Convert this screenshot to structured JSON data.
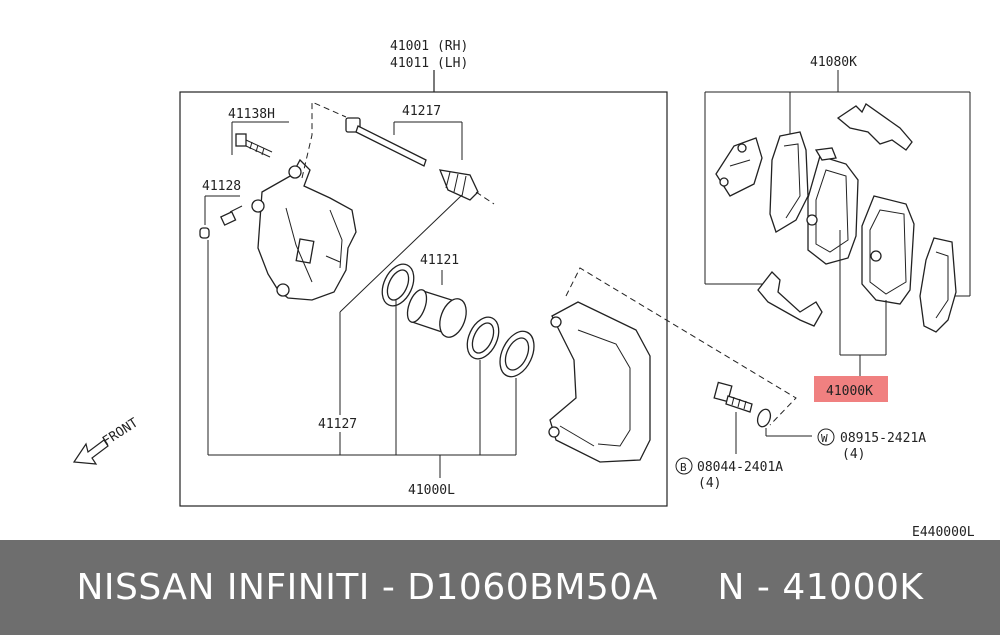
{
  "labels": {
    "caliper_rh": "41001 (RH)",
    "caliper_lh": "41011 (LH)",
    "pad_kit": "41080K",
    "bolt_41138h": "41138H",
    "pin_41217": "41217",
    "bleeder_41128": "41128",
    "piston_41121": "41121",
    "seal_41127": "41127",
    "caliper_kit_41000l": "41000L",
    "pad_set_41000k": "41000K",
    "washer_code": "W",
    "washer_part": "08915-2421A",
    "washer_qty": "(4)",
    "bolt_code": "B",
    "bolt_part": "08044-2401A",
    "bolt_qty": "(4)",
    "front": "FRONT",
    "diagram_id": "E440000L"
  },
  "highlight_color": "#f08080",
  "footer": {
    "text": "NISSAN INFINITI - D1060BM50A     N - 41000K",
    "background": "#6e6e6e"
  }
}
